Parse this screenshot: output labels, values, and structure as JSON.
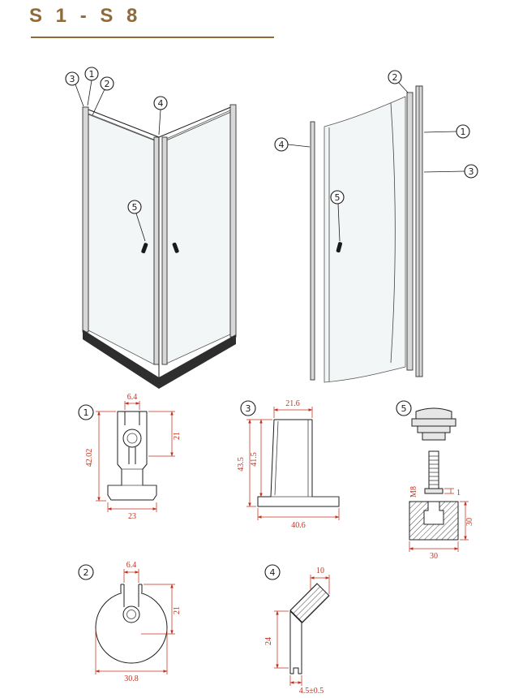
{
  "page": {
    "title": "S 1 - S 8"
  },
  "colors": {
    "accent": "#8f6a3a",
    "dimension_red": "#c2321f",
    "line": "#1c1c1c"
  },
  "callout_numbers": {
    "n1": "1",
    "n2": "2",
    "n3": "3",
    "n4": "4",
    "n5": "5"
  },
  "profiles": {
    "p1": {
      "dim_top": "6.4",
      "dim_right": "21",
      "dim_left": "42.02",
      "dim_bottom": "23"
    },
    "p2": {
      "dim_top": "6.4",
      "dim_right": "21",
      "dim_bottom": "30.8"
    },
    "p3": {
      "dim_top": "21.6",
      "dim_left_outer": "43.5",
      "dim_left_inner": "41.5",
      "dim_bottom": "40.6"
    },
    "p4": {
      "dim_top": "10",
      "dim_left": "24",
      "dim_bottom": "4.5±0.5"
    },
    "p5": {
      "dim_thread": "M8",
      "dim_washer": "1",
      "dim_right": "30",
      "dim_bottom": "30"
    }
  }
}
